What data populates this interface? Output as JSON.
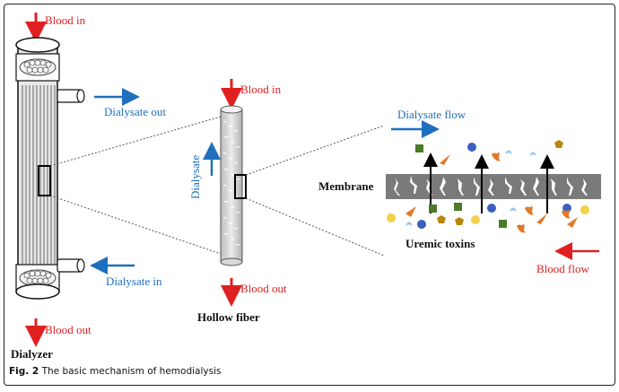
{
  "labels": {
    "blood_in_top": "Blood in",
    "dialysate_out": "Dialysate out",
    "dialysate_in": "Dialysate in",
    "blood_out_left": "Blood out",
    "dialyzer": "Dialyzer",
    "blood_in_fiber": "Blood in",
    "dialysate_vertical": "Dialysate",
    "blood_out_fiber": "Blood out",
    "hollow_fiber": "Hollow fiber",
    "dialysate_flow": "Dialysate flow",
    "membrane": "Membrane",
    "uremic_toxins": "Uremic toxins",
    "blood_flow": "Blood flow"
  },
  "caption": {
    "fig_label": "Fig. 2",
    "text": "The basic mechanism of hemodialysis"
  },
  "colors": {
    "blood": "#e02020",
    "dialysate": "#1f6fbf",
    "membrane": "#7a7a7a",
    "toxin_green": "#4a7a2a",
    "toxin_blue": "#3a5fbf",
    "toxin_yellow": "#f2d04a",
    "toxin_orange": "#e07a2a",
    "toxin_gold": "#b8860b",
    "toxin_lightblue": "#9cc3e8"
  }
}
